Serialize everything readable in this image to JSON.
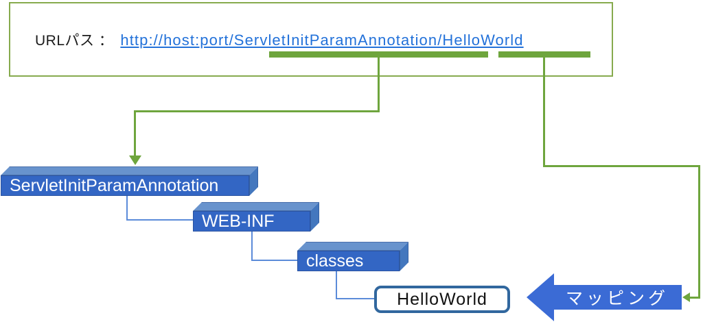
{
  "colors": {
    "green": "#6EA53D",
    "panel_border": "#86AA4D",
    "link_blue": "#2271D9",
    "cube_front": "#3366C4",
    "cube_top": "#6893CD",
    "cube_side": "#4377BE",
    "connector": "#5B8BD9",
    "hw_border": "#31679E",
    "arrow_blue": "#3B6BD5"
  },
  "url_panel": {
    "label": "URLパス ：",
    "link": "http://host:port/ServletInitParamAnnotation/HelloWorld"
  },
  "underline_targets": {
    "context_path": "ServletInitParamAnnotation",
    "servlet_path": "HelloWorld"
  },
  "tree": {
    "nodes": [
      {
        "label": "ServletInitParamAnnotation"
      },
      {
        "label": "WEB-INF"
      },
      {
        "label": "classes"
      },
      {
        "label": "HelloWorld"
      }
    ]
  },
  "mapping_arrow": {
    "label": "マッピング"
  }
}
